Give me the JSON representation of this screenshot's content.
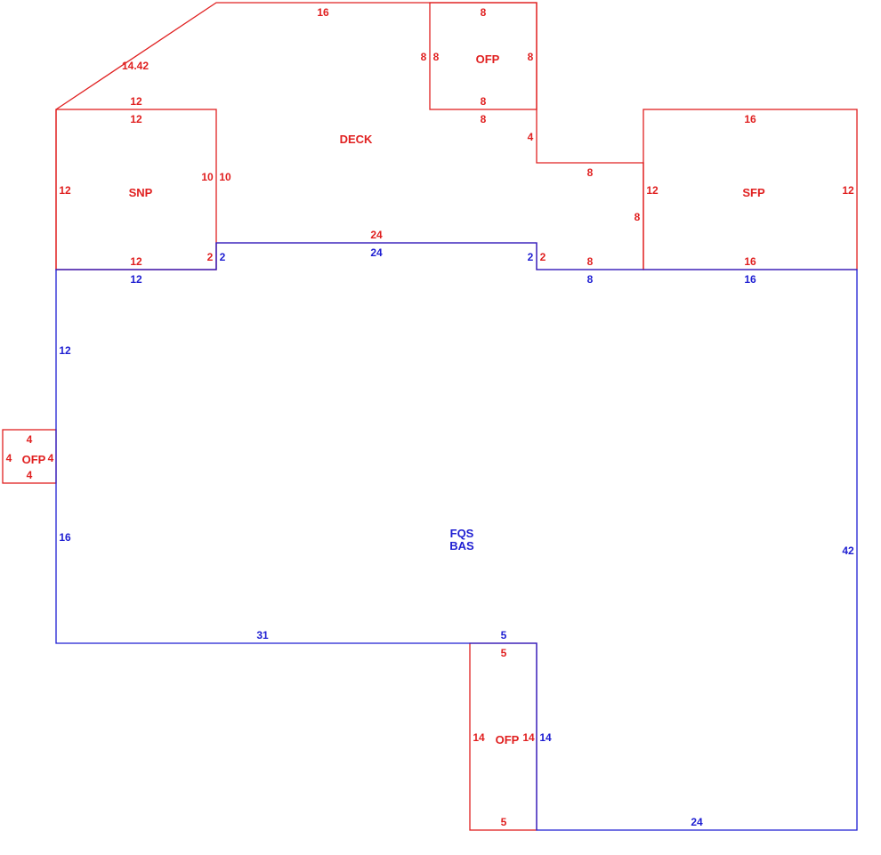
{
  "colors": {
    "main": "#1e1ed2",
    "addition": "#e02020"
  },
  "areas": {
    "deck": "DECK",
    "ofp_top": "OFP",
    "snp": "SNP",
    "sfp": "SFP",
    "ofp_left": "OFP",
    "ofp_bottom": "OFP",
    "main_line1": "FQS",
    "main_line2": "BAS"
  },
  "dims": {
    "deck_top": "16",
    "deck_diag": "14.42",
    "deck_snp_top": "12",
    "deck_right_step": "4",
    "deck_step_run": "8",
    "deck_sfp_side": "8",
    "deck_bottom": "24",
    "deck_left_step": "2",
    "deck_right_drop": "2",
    "deck_snp_side": "10",
    "ofp_top_top": "8",
    "ofp_top_bottom": "8",
    "ofp_top_left_in": "8",
    "ofp_top_left_out": "8",
    "ofp_top_right": "8",
    "ofp_top_deck_edge": "8",
    "snp_top": "12",
    "snp_left": "12",
    "snp_right": "10",
    "snp_bottom": "12",
    "snp_step": "2",
    "sfp_top": "16",
    "sfp_left": "12",
    "sfp_right": "12",
    "sfp_bottom": "16",
    "sfp_step_bottom": "8",
    "ofp_left_top": "4",
    "ofp_left_bottom": "4",
    "ofp_left_left": "4",
    "ofp_left_right": "4",
    "ofp_bottom_top": "5",
    "ofp_bottom_bottom": "5",
    "ofp_bottom_left": "14",
    "ofp_bottom_right": "14",
    "main_top_left": "12",
    "main_top_mid": "24",
    "main_top_right_a": "8",
    "main_top_right_b": "16",
    "main_step_left": "2",
    "main_step_right": "2",
    "main_left_upper": "12",
    "main_left_lower": "16",
    "main_right": "42",
    "main_bottom_left": "31",
    "main_notch_top": "5",
    "main_notch_side": "14",
    "main_bottom_right": "24"
  }
}
